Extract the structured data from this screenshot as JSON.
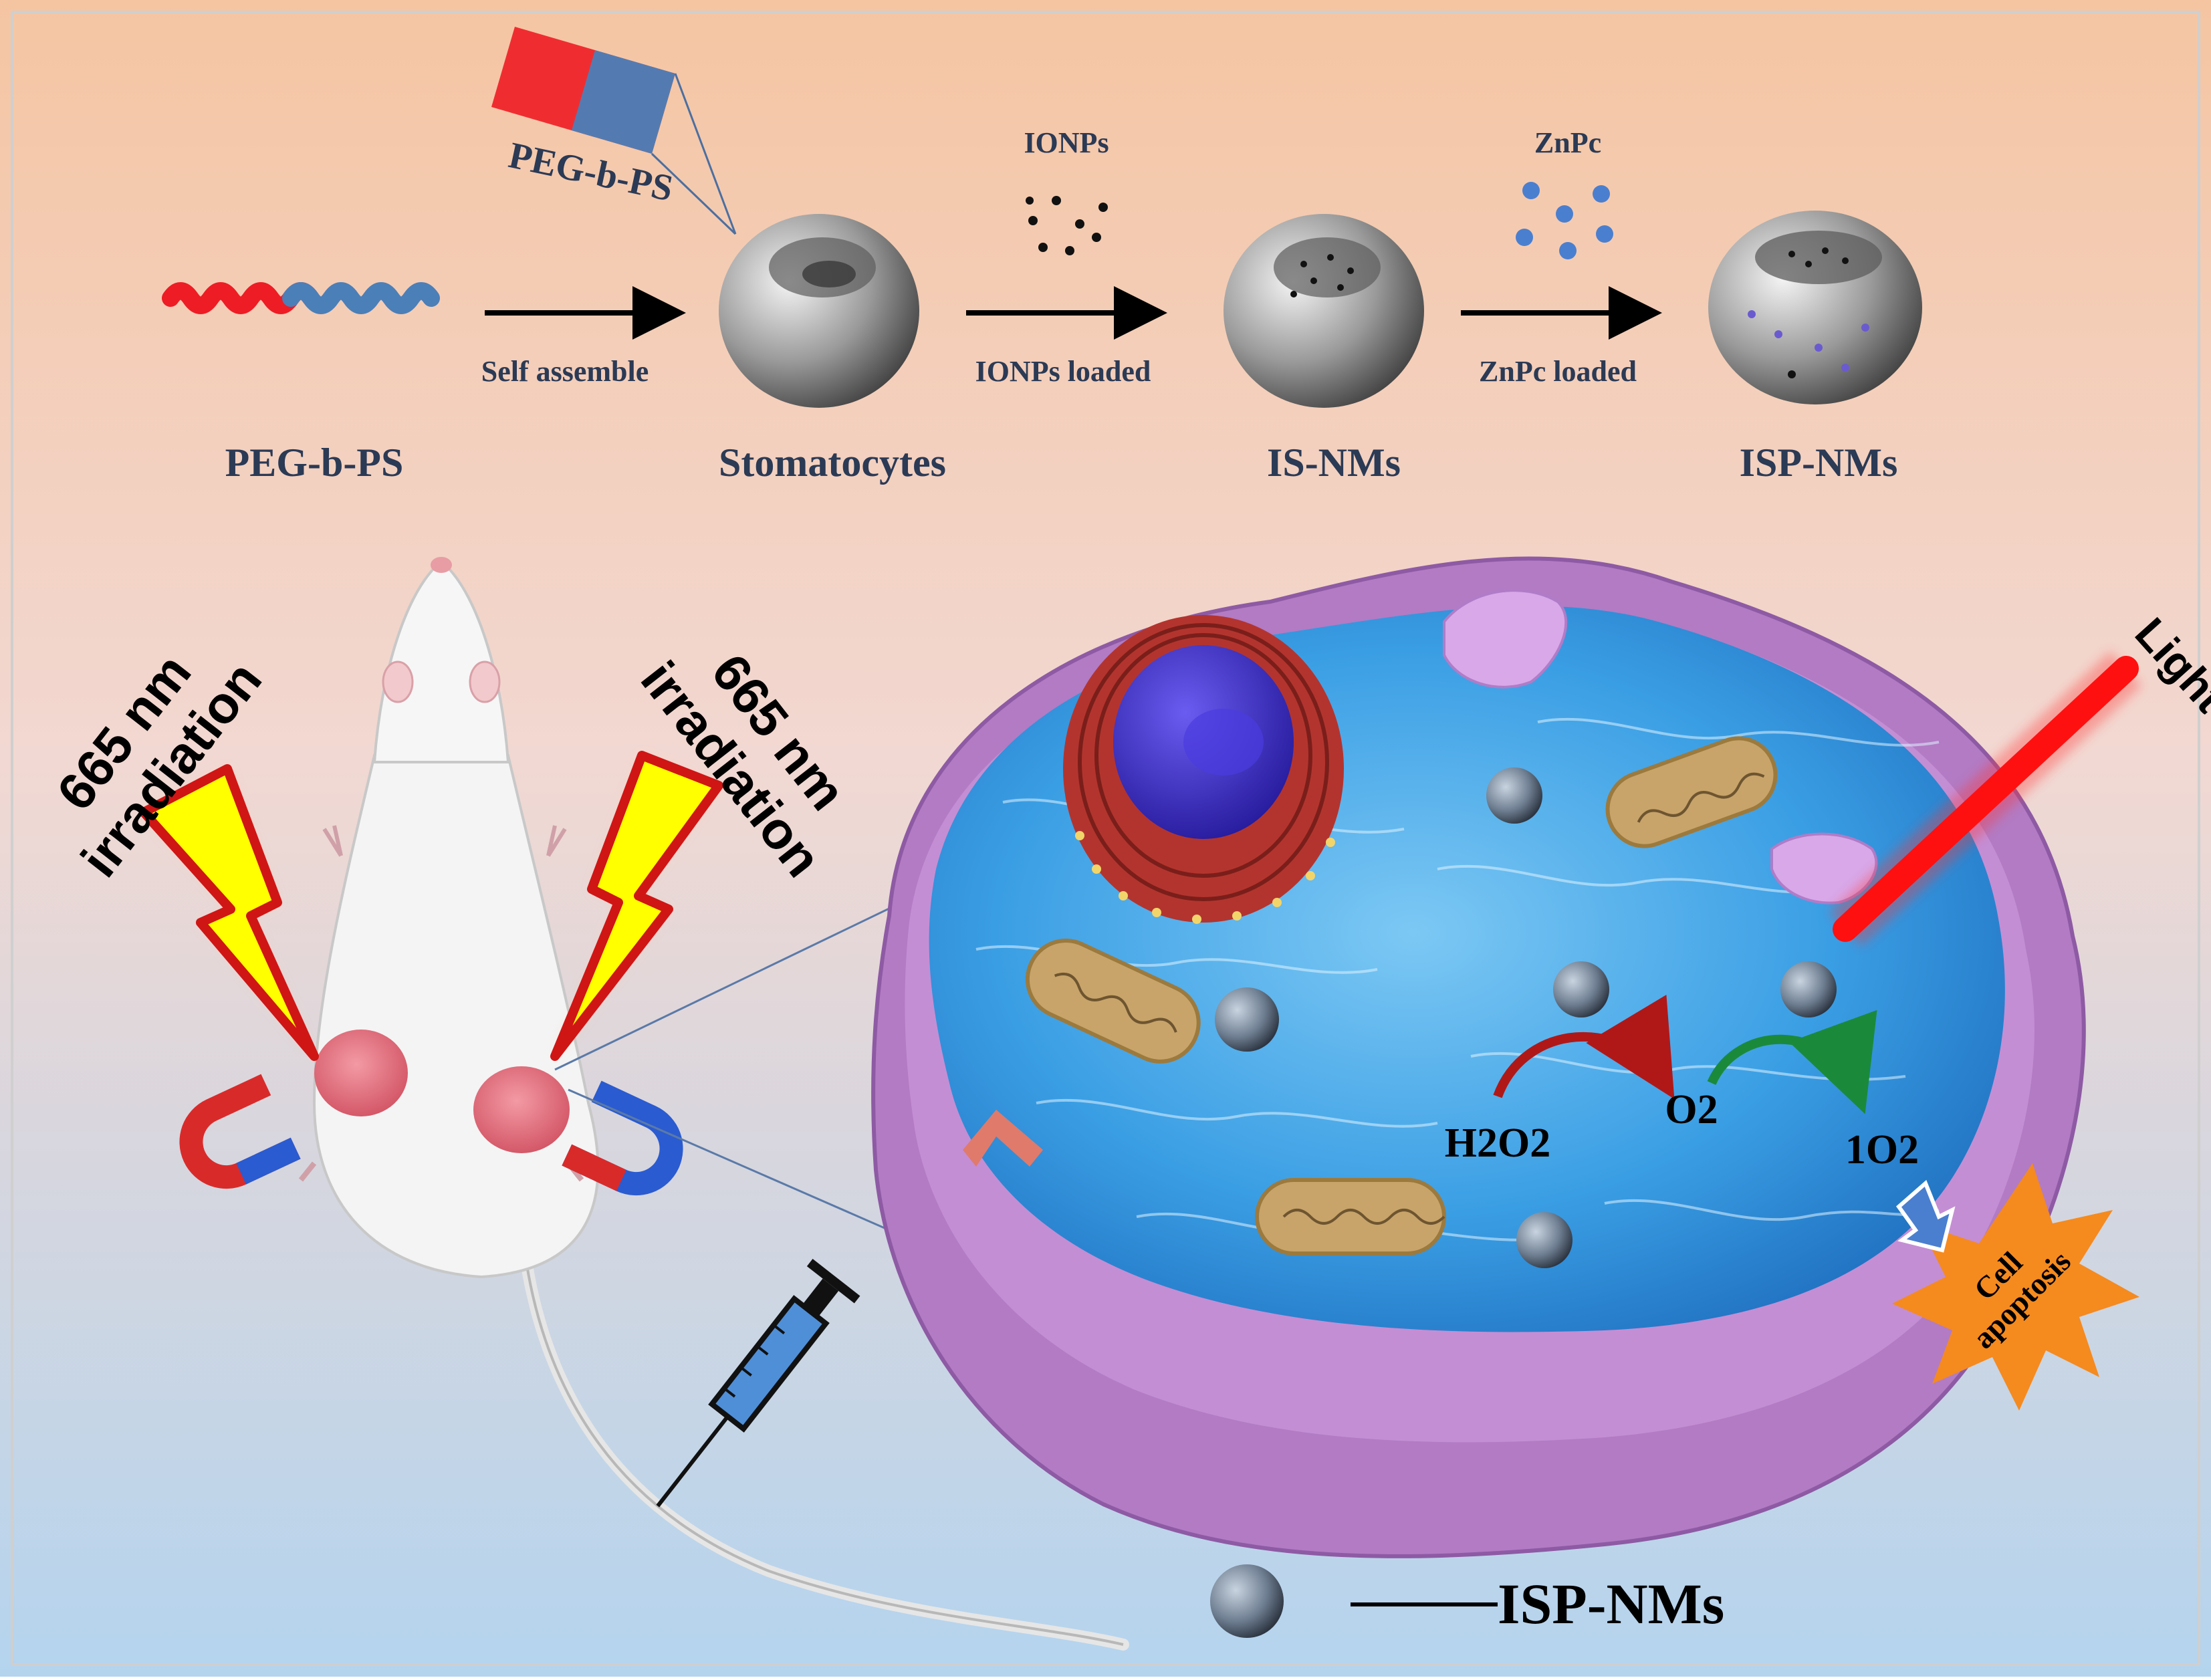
{
  "colors": {
    "bg_top": "#f5c8a8",
    "bg_mid": "#f0dcd8",
    "bg_bottom": "#b8d6ee",
    "peg_red": "#ee1c24",
    "ps_blue": "#4b7fb8",
    "membrane_purple": "#b27bc4",
    "cytoplasm_blue": "#3ea2e6",
    "nucleus_blue": "#3b2fd1",
    "er_red": "#b3342e",
    "mito_tan": "#c8a46a",
    "laser_red": "#ff1010",
    "bolt_yellow": "#ffff00",
    "apoptosis_orange": "#f58a1f",
    "arrow_red": "#b01818",
    "arrow_green": "#1a8a3a"
  },
  "scheme": {
    "polymer_label": "PEG-b-PS",
    "stomatocytes_label": "Stomatocytes",
    "is_nms_label": "IS-NMs",
    "isp_nms_label": "ISP-NMs",
    "step1_label": "Self assemble",
    "step2_label": "IONPs loaded",
    "step3_label": "ZnPc loaded",
    "ionps_label": "IONPs",
    "znpc_label": "ZnPc",
    "inset_label": "PEG-b-PS"
  },
  "mouse": {
    "irradiation_left": [
      "665 nm",
      "irradiation"
    ],
    "irradiation_right": [
      "665 nm",
      "irradiation"
    ]
  },
  "cell": {
    "light_label": "Light",
    "h2o2_label": "H2O2",
    "o2_label": "O2",
    "singlet_o2_label": "1O2",
    "apoptosis_label": [
      "Cell",
      "apoptosis"
    ]
  },
  "legend": {
    "label": "ISP-NMs"
  },
  "icons": [
    "magnet-icon",
    "syringe-icon",
    "lightning-bolt-icon",
    "laser-beam-icon"
  ]
}
